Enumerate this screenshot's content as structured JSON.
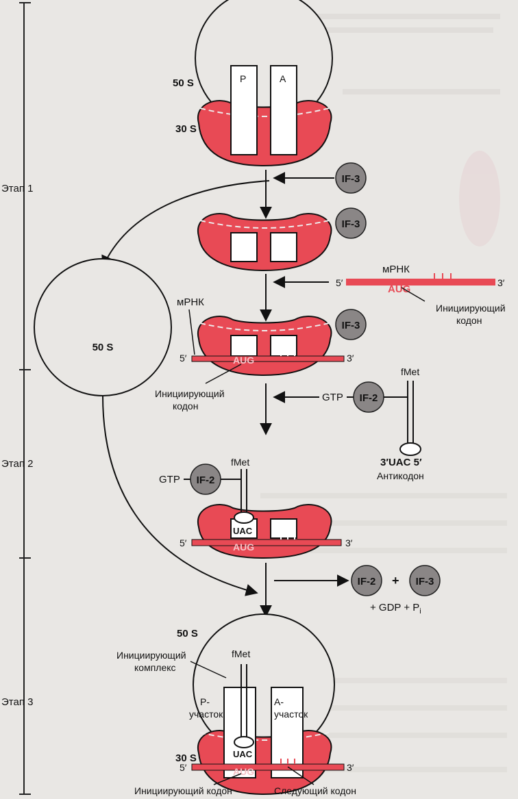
{
  "stages": {
    "stage1": "Этап 1",
    "stage2": "Этап 2",
    "stage3": "Этап 3"
  },
  "subunits": {
    "large": "50 S",
    "small": "30 S",
    "large_free": "50 S"
  },
  "sites": {
    "p_letter": "P",
    "a_letter": "A",
    "p_site": [
      "P-",
      "участок"
    ],
    "a_site": [
      "A-",
      "участок"
    ]
  },
  "factors": {
    "if3": "IF-3",
    "if2": "IF-2",
    "gtp": "GTP",
    "gdp_pi": "+ GDP + P",
    "pi_sub": "i",
    "plus": "+"
  },
  "mrna": {
    "label": "мРНК",
    "five_prime": "5′",
    "three_prime": "3′",
    "start_codon": "AUG",
    "initiating_codon": [
      "Инициирующий",
      "кодон"
    ],
    "initiating_codon_one_line": "Инициирующий кодон",
    "next_codon": "Следующий кодон"
  },
  "trna": {
    "fmet": "fMet",
    "anticodon_seq": "UAC",
    "anticodon_full": "3′UAC 5′",
    "anticodon_label": "Антикодон"
  },
  "complex": {
    "initiation_complex": [
      "Инициирующий",
      "комплекс"
    ]
  },
  "colors": {
    "ribosome_red": "#e84a55",
    "factor_grey": "#8a8686",
    "background": "#e9e7e4"
  }
}
